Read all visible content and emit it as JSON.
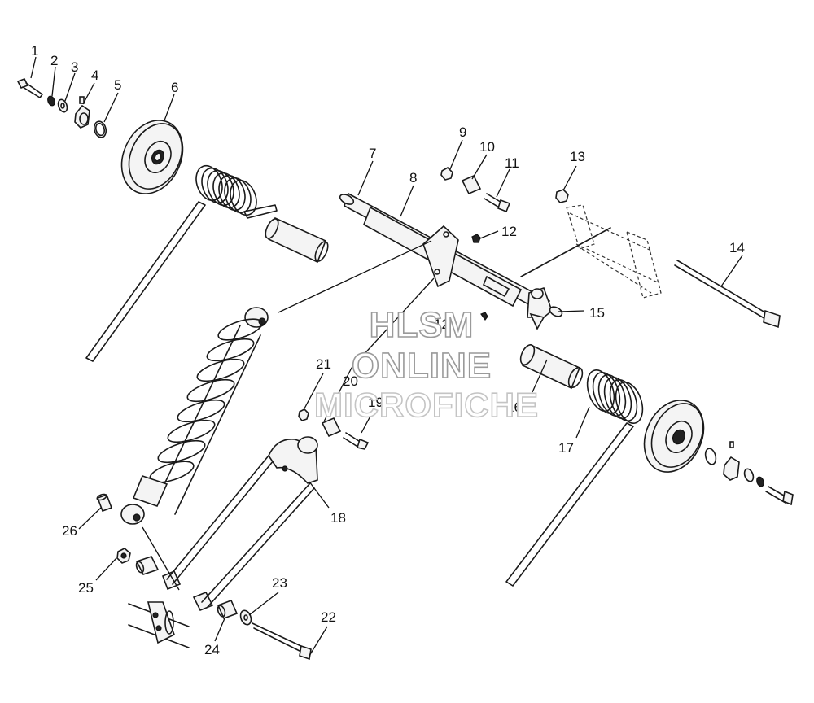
{
  "watermark": {
    "line1": "HLSM",
    "line2": "ONLINE",
    "line3": "MICROFICHE"
  },
  "callouts": [
    "1",
    "2",
    "3",
    "4",
    "5",
    "6",
    "7",
    "8",
    "9",
    "10",
    "11",
    "12",
    "12",
    "13",
    "14",
    "15",
    "16",
    "17",
    "18",
    "19",
    "20",
    "21",
    "22",
    "23",
    "24",
    "25",
    "26"
  ]
}
